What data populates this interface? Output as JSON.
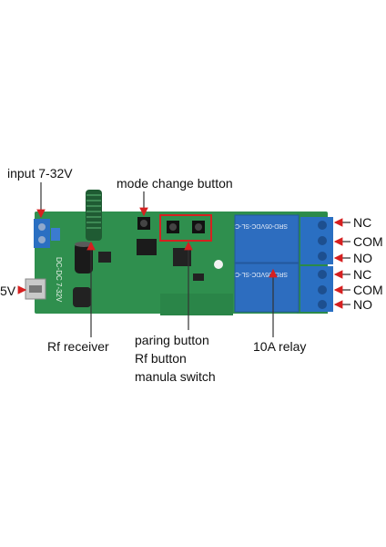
{
  "annotations": {
    "input": "input 7-32V",
    "mode_change": "mode change button",
    "power_5v": "5V",
    "rf_receiver": "Rf receiver",
    "paring_lines": [
      "paring button",
      "Rf button",
      "manula switch"
    ],
    "relay": "10A relay",
    "terminals": [
      "NC",
      "COM",
      "NO",
      "NC",
      "COM",
      "NO"
    ]
  },
  "board": {
    "relay_model": "SRD-05VDC-SL-C",
    "silkscreen": "DC-DC 7-32V"
  },
  "colors": {
    "pcb": "#2f8f4e",
    "relay": "#2d6dbf",
    "terminal": "#2a6fc2",
    "highlight_box": "#d62020",
    "arrow": "#d62020"
  }
}
